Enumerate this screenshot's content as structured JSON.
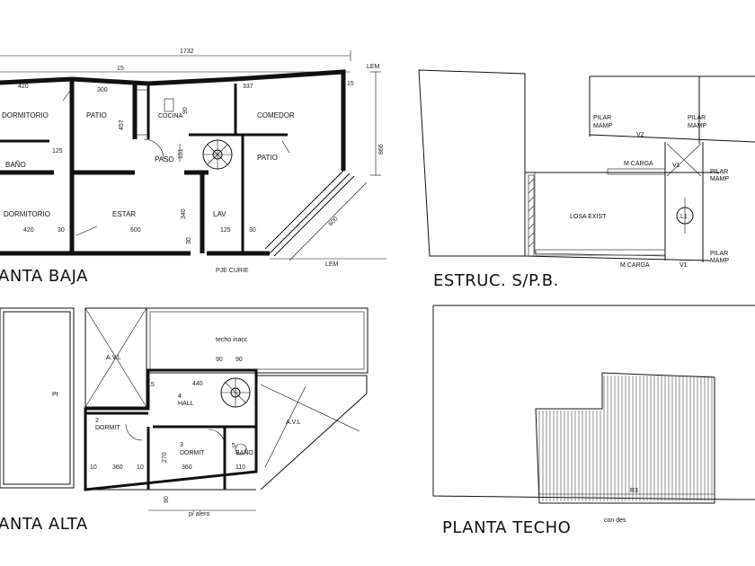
{
  "titles": {
    "planta_baja": "ANTA BAJA",
    "estructura": "ESTRUC. S/P.B.",
    "planta_alta": "ANTA ALTA",
    "planta_techo": "PLANTA TECHO"
  },
  "planta_baja": {
    "rooms": {
      "dormitorio_1": "DORMITORIO",
      "patio_1": "PATIO",
      "cocina": "COCINA",
      "comedor": "COMEDOR",
      "bano": "BAÑO",
      "paso": "PASO",
      "patio_2": "PATIO",
      "dormitorio_2": "DORMITORIO",
      "estar": "ESTAR",
      "lav": "LAV"
    },
    "dims": {
      "total_width": "1732",
      "d_420_top": "420",
      "d_15_a": "15",
      "d_300": "300",
      "d_337": "337",
      "d_15_b": "15",
      "d_457": "457",
      "d_90": "90",
      "d_125": "125",
      "d_151": "151",
      "d_420_bot": "420",
      "d_30_a": "30",
      "d_600": "600",
      "d_340": "340",
      "d_30_b": "30",
      "d_125_b": "125",
      "d_30_c": "30",
      "d_866": "866",
      "d_600_diag": "600",
      "lem_top": "LEM",
      "lem_bot": "LEM",
      "street": "PJE CURIE"
    }
  },
  "estructura": {
    "pilar_1": "PILAR",
    "mamp_1": "MAMP",
    "pilar_2": "PILAR",
    "mamp_2": "MAMP",
    "pilar_3": "PILAR",
    "mamp_3": "MAMP",
    "pilar_4": "PILAR",
    "mamp_4": "MAMP",
    "v2": "V2",
    "v1_diag": "V1",
    "v1": "V1",
    "m_carga_1": "M CARGA",
    "m_carga_2": "M CARGA",
    "losa": "LOSA EXIST",
    "l1": "L1"
  },
  "planta_alta": {
    "techo": "techo inacc",
    "avl_1": "A.V.L",
    "avl_2": "A.V.L",
    "hall_n": "4",
    "hall": "HALL",
    "dormit_2_n": "2",
    "dormit_2": "DORMIT",
    "dormit_3_n": "3",
    "dormit_3": "DORMIT",
    "bano_n": "5",
    "bano": "BAÑO",
    "pt": "Pt",
    "d_440": "440",
    "d_90a": "90",
    "d_90b": "90",
    "d_360a": "360",
    "d_360b": "360",
    "d_10a": "10",
    "d_10b": "10",
    "d_270": "270",
    "d_15": "15",
    "d_110": "110",
    "alero": "p/ alero",
    "d_90c": "90"
  },
  "planta_techo": {
    "r3": "R3",
    "caida": "con des"
  }
}
